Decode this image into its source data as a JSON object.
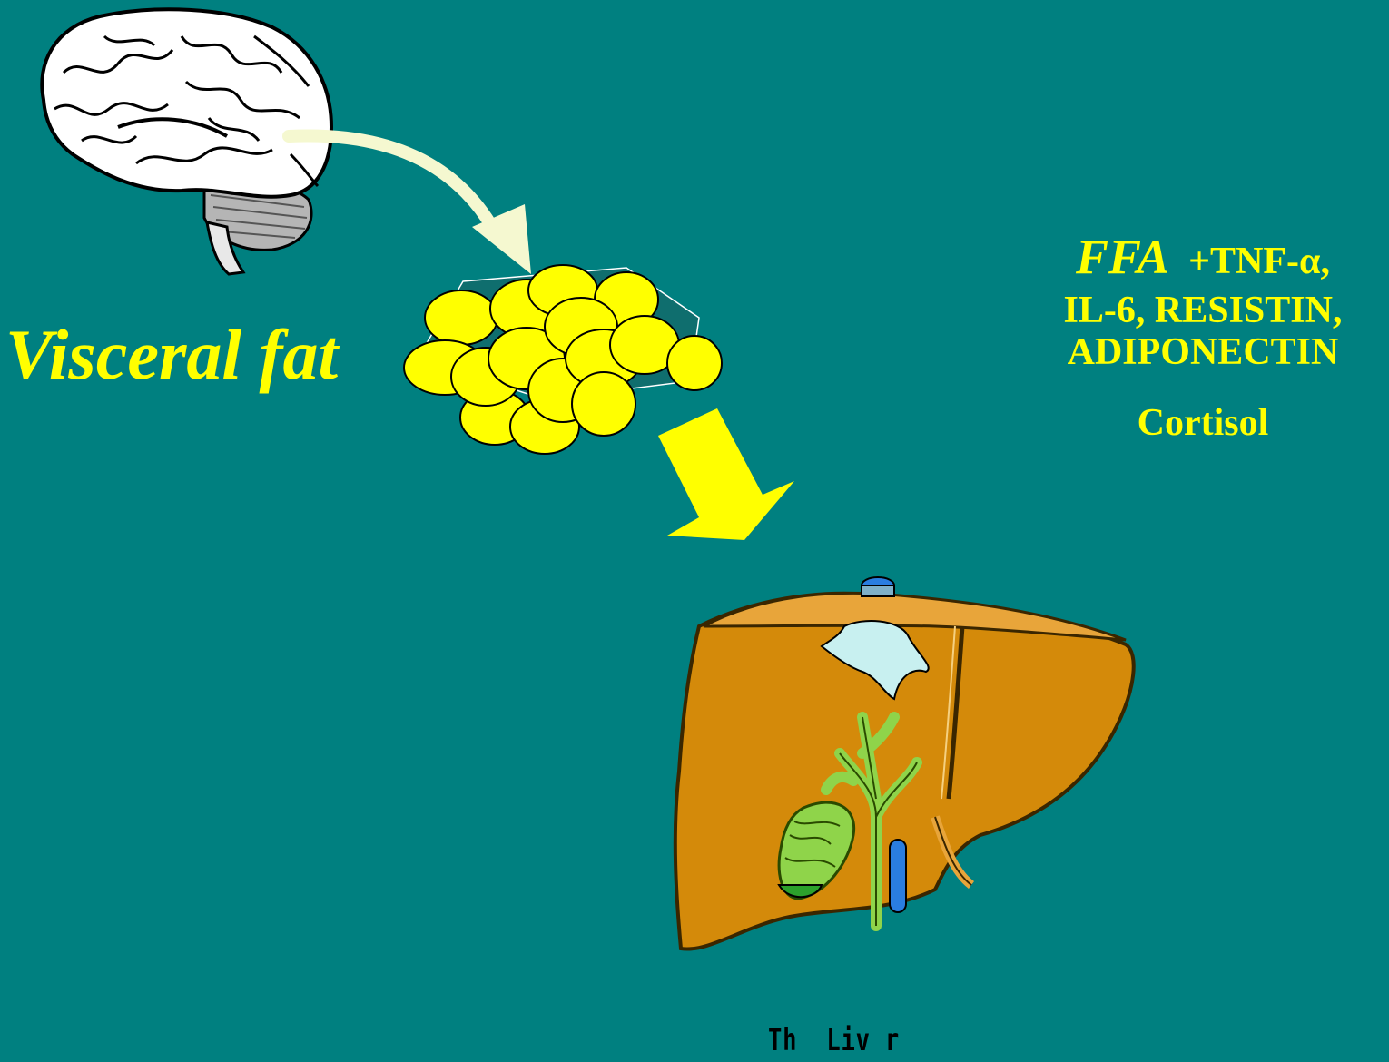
{
  "labels": {
    "visceral_fat": "Visceral fat",
    "ffa": "FFA",
    "tnf": "+TNF-α,",
    "line2": "IL-6, RESISTIN,",
    "line3": "ADIPONECTIN",
    "cortisol": "Cortisol",
    "liver_caption": "Th  Liv r"
  },
  "icons": [
    "brain-icon",
    "fat-cells-icon",
    "curved-arrow-icon",
    "down-arrow-icon",
    "liver-icon"
  ],
  "colors": {
    "background": "#008080",
    "text": "#ffff00",
    "fat_cell": "#ffff00",
    "liver": "#d48a0a",
    "gallbladder": "#8fd44a",
    "vessel": "#2a7de0",
    "arrow_curved": "#f5f8d0",
    "arrow_down": "#ffff00"
  }
}
